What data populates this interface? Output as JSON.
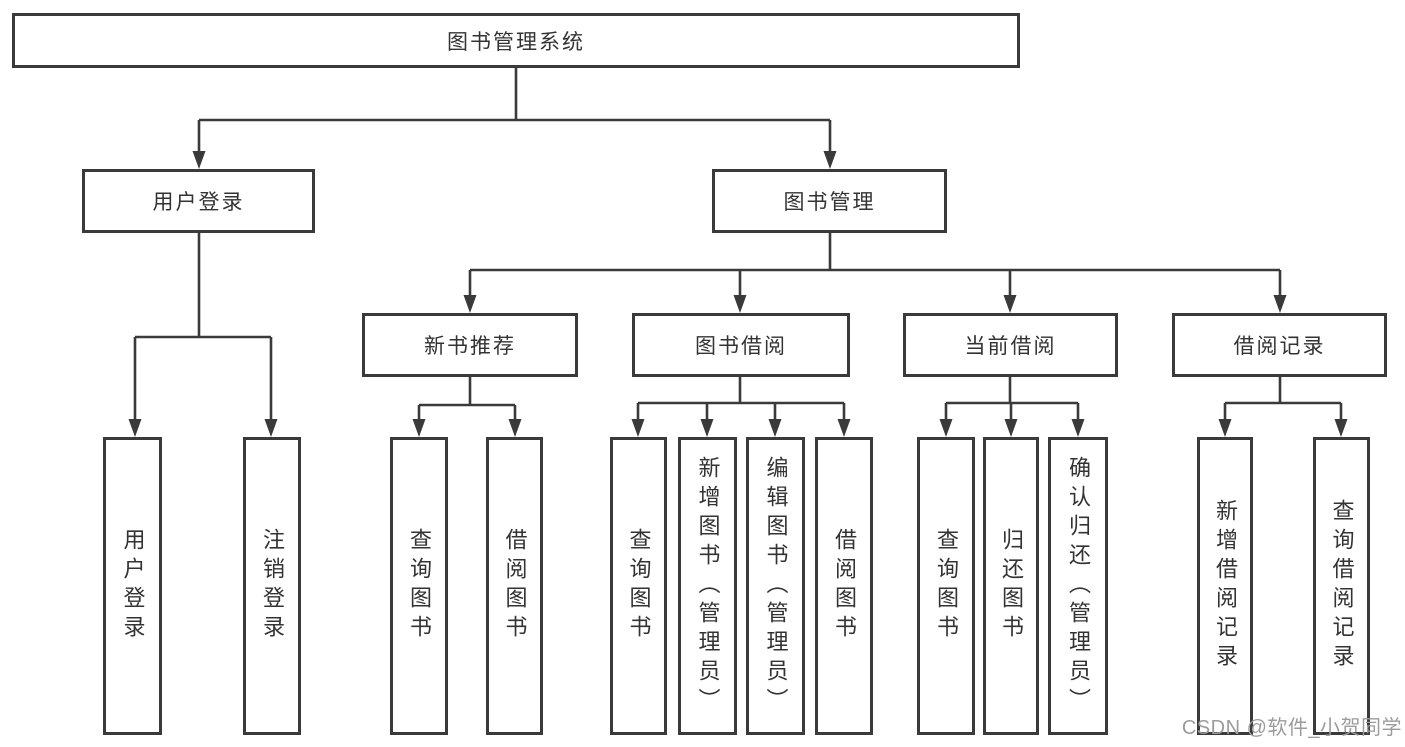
{
  "tree": {
    "root": {
      "label": "图书管理系统"
    },
    "login": {
      "label": "用户登录",
      "children": [
        {
          "label": "用户登录"
        },
        {
          "label": "注销登录"
        }
      ]
    },
    "management": {
      "label": "图书管理",
      "sections": [
        {
          "label": "新书推荐",
          "children": [
            {
              "label": "查询图书"
            },
            {
              "label": "借阅图书"
            }
          ]
        },
        {
          "label": "图书借阅",
          "children": [
            {
              "label": "查询图书"
            },
            {
              "label": "新增图书（管理员）"
            },
            {
              "label": "编辑图书（管理员）"
            },
            {
              "label": "借阅图书"
            }
          ]
        },
        {
          "label": "当前借阅",
          "children": [
            {
              "label": "查询图书"
            },
            {
              "label": "归还图书"
            },
            {
              "label": "确认归还（管理员）"
            }
          ]
        },
        {
          "label": "借阅记录",
          "children": [
            {
              "label": "新增借阅记录"
            },
            {
              "label": "查询借阅记录"
            }
          ]
        }
      ]
    }
  },
  "watermark": {
    "text": "CSDN @软件_小贺同学"
  },
  "colors": {
    "line": "#3a3a3a",
    "box_border": "#3a3a3a",
    "text": "#333333",
    "watermark": "#9c9c9c",
    "background": "#ffffff"
  }
}
